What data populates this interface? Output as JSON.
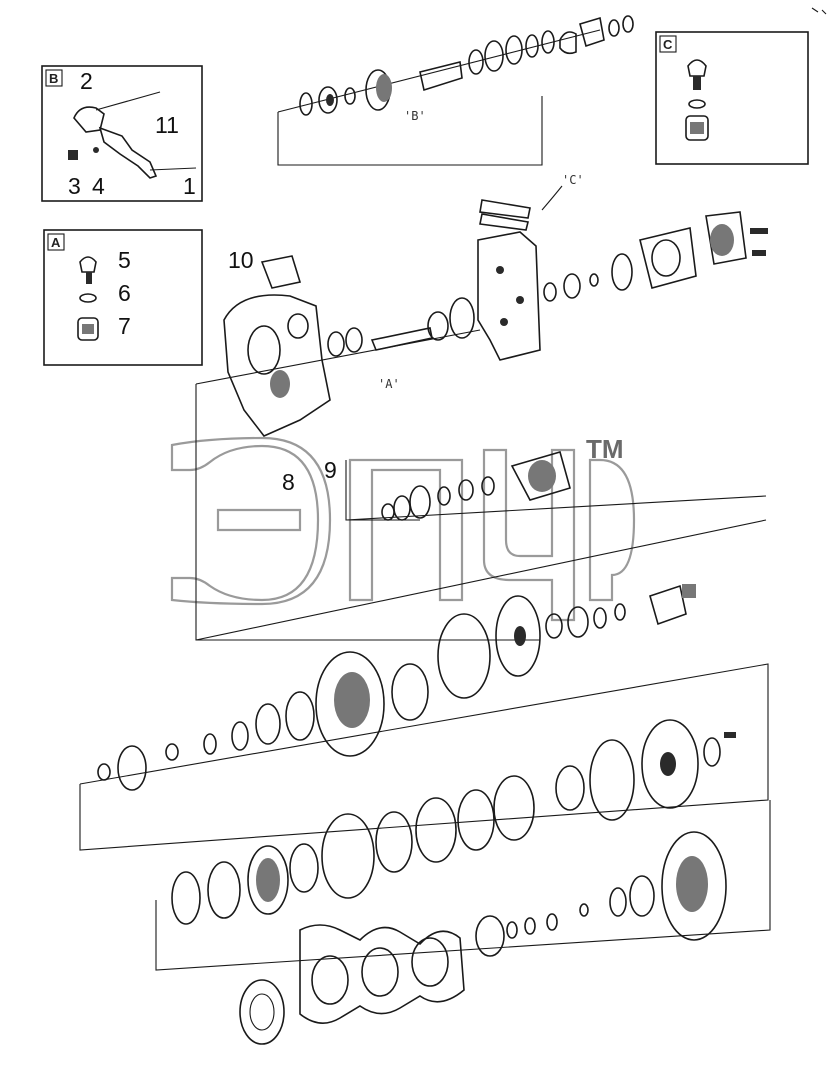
{
  "callouts": {
    "inset_b": {
      "tag": "B",
      "labels": [
        "2",
        "11",
        "3",
        "4",
        "1"
      ]
    },
    "inset_a": {
      "tag": "A",
      "labels": [
        "5",
        "6",
        "7"
      ]
    },
    "inset_c": {
      "tag": "C"
    },
    "main": {
      "label_10": "10",
      "label_8": "8",
      "label_9": "9"
    }
  },
  "references": {
    "ref_a": "'A'",
    "ref_b": "'B'",
    "ref_c": "'C'"
  },
  "watermark": {
    "trademark": "TM"
  }
}
